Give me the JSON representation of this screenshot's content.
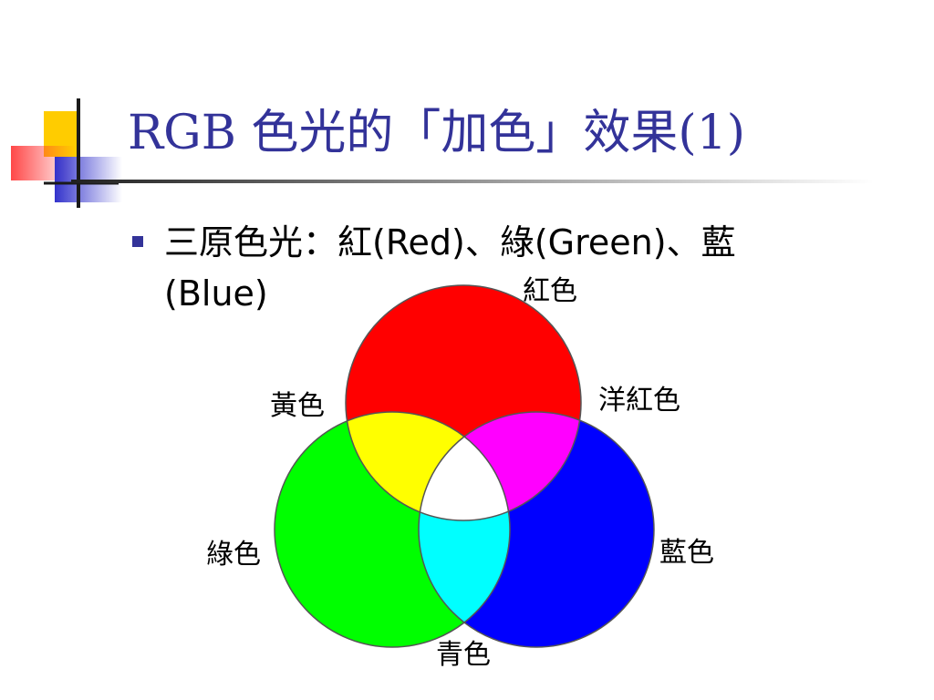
{
  "slide": {
    "title": "RGB 色光的「加色」效果(1)",
    "bullet_text": "三原色光：紅(Red)、綠(Green)、藍(Blue)"
  },
  "diagram": {
    "labels": {
      "red": "紅色",
      "yellow": "黃色",
      "magenta": "洋紅色",
      "green": "綠色",
      "blue": "藍色",
      "cyan": "青色"
    },
    "colors": {
      "red": "#ff0000",
      "green": "#00ff00",
      "blue": "#0000ff",
      "yellow": "#ffff00",
      "magenta": "#ff00ff",
      "cyan": "#00ffff",
      "white": "#ffffff"
    }
  },
  "theme": {
    "title_color": "#333399",
    "bullet_color": "#333399",
    "deco_yellow": "#ffcc00",
    "deco_blue": "#3333cc",
    "deco_red": "#ff3333"
  }
}
